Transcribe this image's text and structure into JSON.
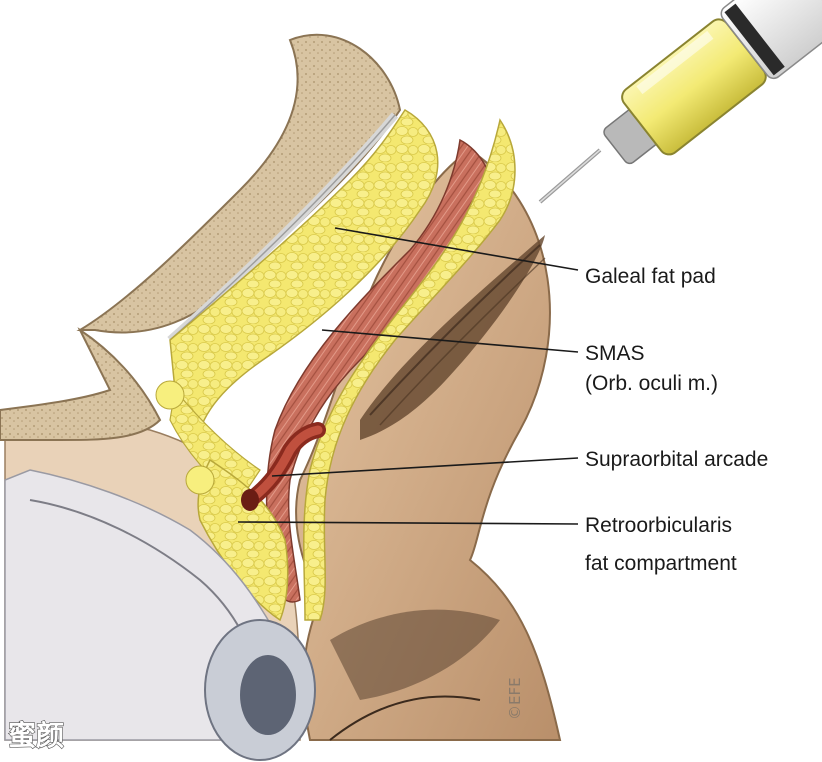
{
  "labels": {
    "galeal_fat_pad": "Galeal fat pad",
    "smas_line1": "SMAS",
    "smas_line2": "(Orb. oculi m.)",
    "supraorbital_arcade": "Supraorbital arcade",
    "retroorbicularis_line1": "Retroorbicularis",
    "retroorbicularis_line2": "fat compartment"
  },
  "copyright": "©EFE",
  "watermark": "蜜颜",
  "colors": {
    "fat": "#f2e66a",
    "muscle": "#c9705e",
    "bone": "#c7b08f",
    "skin": "#d9b48f",
    "syringe_fluid": "#f3ea74"
  }
}
